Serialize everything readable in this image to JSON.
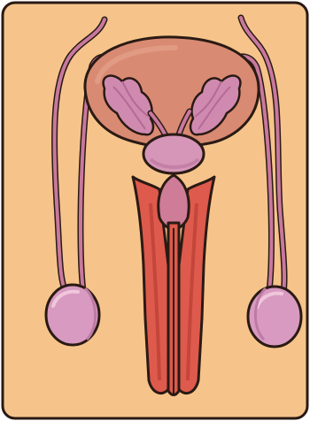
{
  "diagram": {
    "parts": [
      {
        "id": "vas-deferens-left"
      },
      {
        "id": "vas-deferens-right"
      },
      {
        "id": "bladder"
      },
      {
        "id": "seminal-vesicle-left"
      },
      {
        "id": "seminal-vesicle-right"
      },
      {
        "id": "prostate"
      },
      {
        "id": "corpus-spongiosum"
      },
      {
        "id": "corpus-cavernosum-left"
      },
      {
        "id": "corpus-cavernosum-right"
      },
      {
        "id": "testis-left"
      },
      {
        "id": "testis-right"
      }
    ],
    "colors": {
      "background": "#f6c48a",
      "frame": "#2a1a14",
      "bladder": "#d98a72",
      "bladder_shade": "#c9735c",
      "tube": "#c8789e",
      "tube_dark": "#a3577c",
      "gland": "#d08ab0",
      "gland_shade": "#b56a95",
      "prostate": "#d596b8",
      "testis": "#d89ac0",
      "testis_shade": "#bd7aa5",
      "erectile": "#de5a4c",
      "erectile_shade": "#c4463b",
      "glans": "#cf7c98",
      "outline": "#2a1a14"
    }
  }
}
